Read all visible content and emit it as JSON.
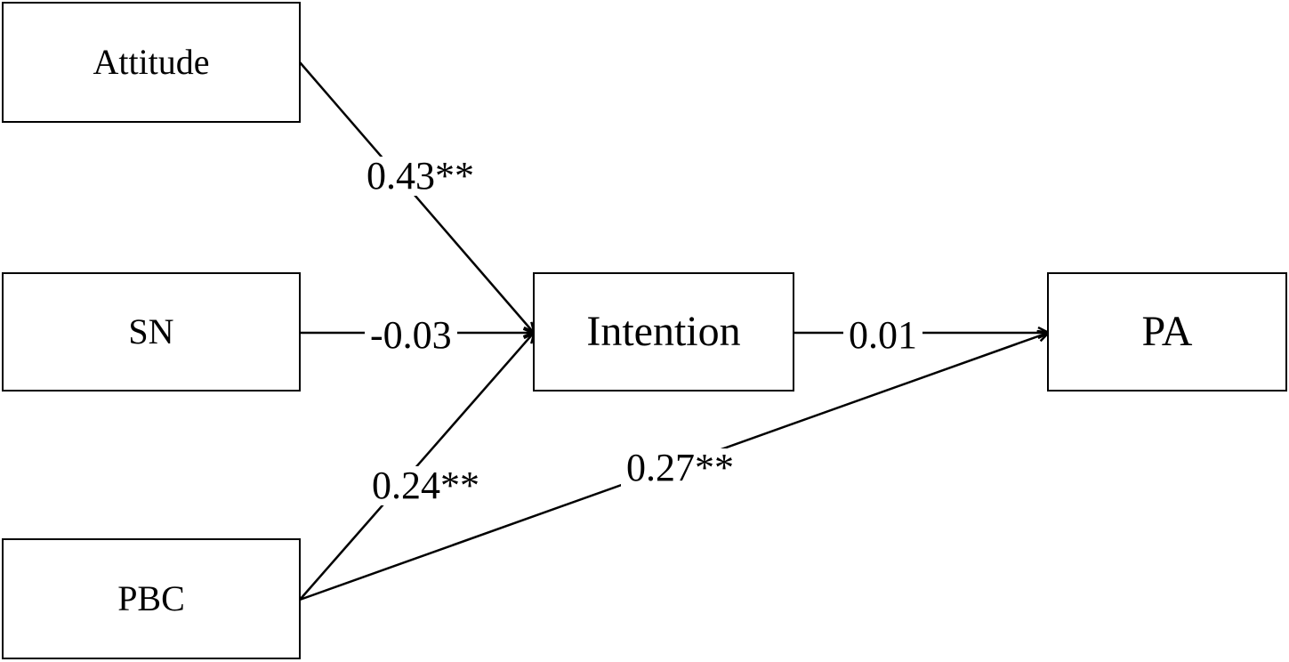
{
  "nodes": {
    "attitude": "Attitude",
    "sn": "SN",
    "pbc": "PBC",
    "intention": "Intention",
    "pa": "PA"
  },
  "paths": [
    {
      "from": "Attitude",
      "to": "Intention",
      "coefficient": "0.43**"
    },
    {
      "from": "SN",
      "to": "Intention",
      "coefficient": "-0.03"
    },
    {
      "from": "PBC",
      "to": "Intention",
      "coefficient": "0.24**"
    },
    {
      "from": "Intention",
      "to": "PA",
      "coefficient": "0.01"
    },
    {
      "from": "PBC",
      "to": "PA",
      "coefficient": "0.27**"
    }
  ],
  "colors": {
    "line": "#000000",
    "background": "#ffffff"
  }
}
